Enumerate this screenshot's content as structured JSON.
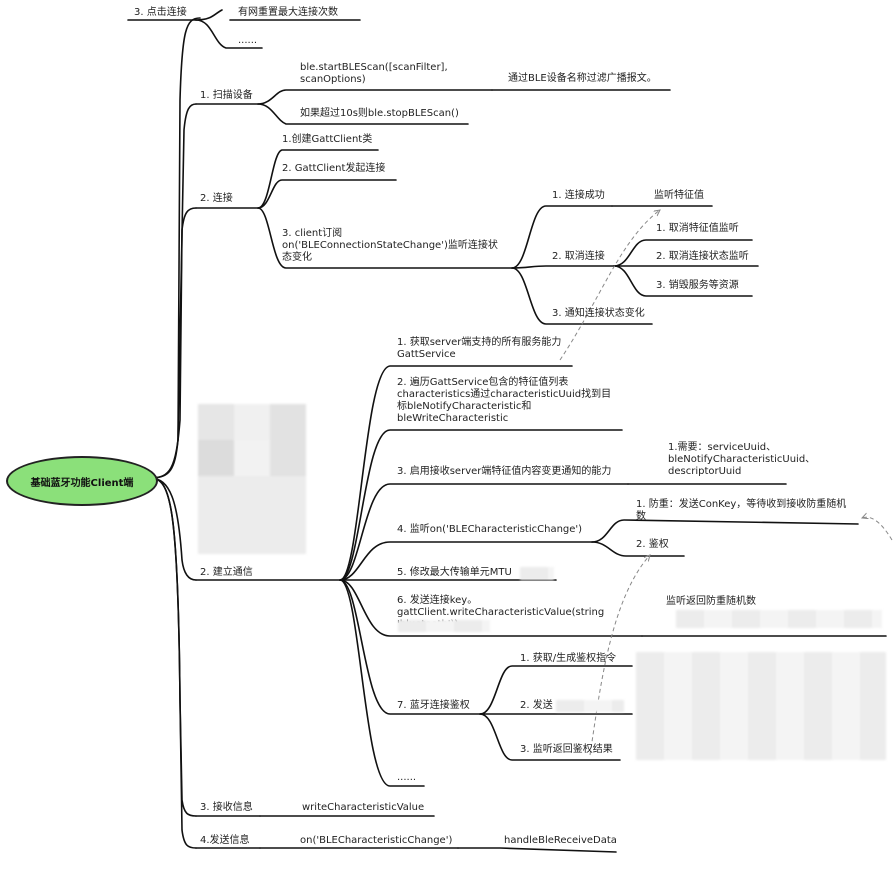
{
  "root": {
    "label": "基础蓝牙功能Client端"
  },
  "top_fragment": {
    "label": "3. 点击连接",
    "children": [
      "有网重置最大连接次数",
      "......"
    ]
  },
  "scan": {
    "label": "1. 扫描设备",
    "start": "ble.startBLEScan([scanFilter],\nscanOptions)",
    "start_note": "通过BLE设备名称过滤广播报文。",
    "stop": "如果超过10s则ble.stopBLEScan()"
  },
  "connect": {
    "label": "2. 连接",
    "create": "1.创建GattClient类",
    "initiate": "2. GattClient发起连接",
    "subscribe": "3. client订阅\non('BLEConnectionStateChange')监听连接状\n态变化",
    "states": {
      "success": "1. 连接成功",
      "success_note": "监听特征值",
      "cancel": "2. 取消连接",
      "cancel_items": [
        "1. 取消特征值监听",
        "2. 取消连接状态监听",
        "3. 销毁服务等资源"
      ],
      "notify": "3. 通知连接状态变化"
    }
  },
  "comm": {
    "label": "2. 建立通信",
    "steps": {
      "s1": "1. 获取server端支持的所有服务能力\nGattService",
      "s2": "2. 遍历GattService包含的特征值列表\ncharacteristics通过characteristicUuid找到目\n标bleNotifyCharacteristic和\nbleWriteCharacteristic",
      "s3": "3. 启用接收server端特征值内容变更通知的能力",
      "s3_note": "1.需要：serviceUuid、\nbleNotifyCharacteristicUuid、\ndescriptorUuid",
      "s4": "4. 监听on('BLECharacteristicChange')",
      "s4_a": "1. 防重：发送ConKey，等待收到接收防重随机\n数",
      "s4_b": "2. 鉴权",
      "s5": "5. 修改最大传输单元MTU",
      "s6": "6. 发送连接key。\ngattClient.writeCharacteristicValue(string\n                              'bluetooth'))",
      "s6_note": "监听返回防重随机数",
      "s7": "7. 蓝牙连接鉴权",
      "s7_a": "1. 获取/生成鉴权指令",
      "s7_b": "2. 发送",
      "s7_c": "3. 监听返回鉴权结果",
      "more": "......"
    }
  },
  "receive": {
    "label": "3. 接收信息",
    "value": "writeCharacteristicValue"
  },
  "send": {
    "label": "4.发送信息",
    "event": "on('BLECharacteristicChange')",
    "handler": "handleBleReceiveData"
  },
  "colors": {
    "root_fill": "#8be07a",
    "line": "#111111",
    "dashed": "#888888"
  }
}
